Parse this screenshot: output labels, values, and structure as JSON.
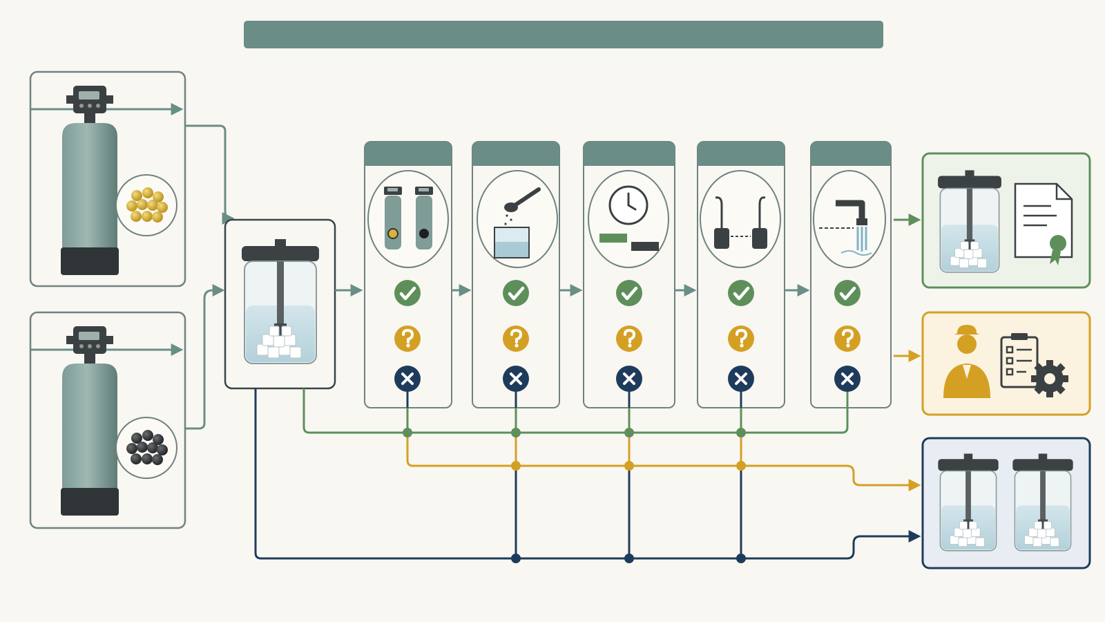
{
  "title": "",
  "colors": {
    "background": "#f8f7f2",
    "slate": "#6a8d86",
    "path_pass": "#5e8f5a",
    "path_marginal": "#d4a024",
    "path_fail": "#1f3b5c",
    "panel_border": "#6f8280",
    "ion_gold": "#d9b13b",
    "ion_dark": "#2f3133"
  },
  "inputs": [
    {
      "icon": "water-softener-tank-icon",
      "media": "gold-resin-beads-icon"
    },
    {
      "icon": "water-softener-tank-icon",
      "media": "dark-resin-beads-icon"
    }
  ],
  "mixer": {
    "icon": "stirred-vessel-with-cubes-icon"
  },
  "stages": [
    {
      "header": "",
      "icon": "resin-tank-comparison-icon"
    },
    {
      "header": "",
      "icon": "scoop-and-beaker-dosing-icon"
    },
    {
      "header": "",
      "icon": "timer-icon"
    },
    {
      "header": "",
      "icon": "electrode-probes-icon"
    },
    {
      "header": "",
      "icon": "faucet-outflow-icon"
    }
  ],
  "status_marks": [
    "check-icon",
    "question-icon",
    "cross-icon"
  ],
  "outcomes": [
    {
      "icon": "vessel-with-certificate-icon",
      "tone": "pass"
    },
    {
      "icon": "engineer-with-checklist-icon",
      "tone": "marginal"
    },
    {
      "icon": "two-vessels-icon",
      "tone": "fail"
    }
  ]
}
